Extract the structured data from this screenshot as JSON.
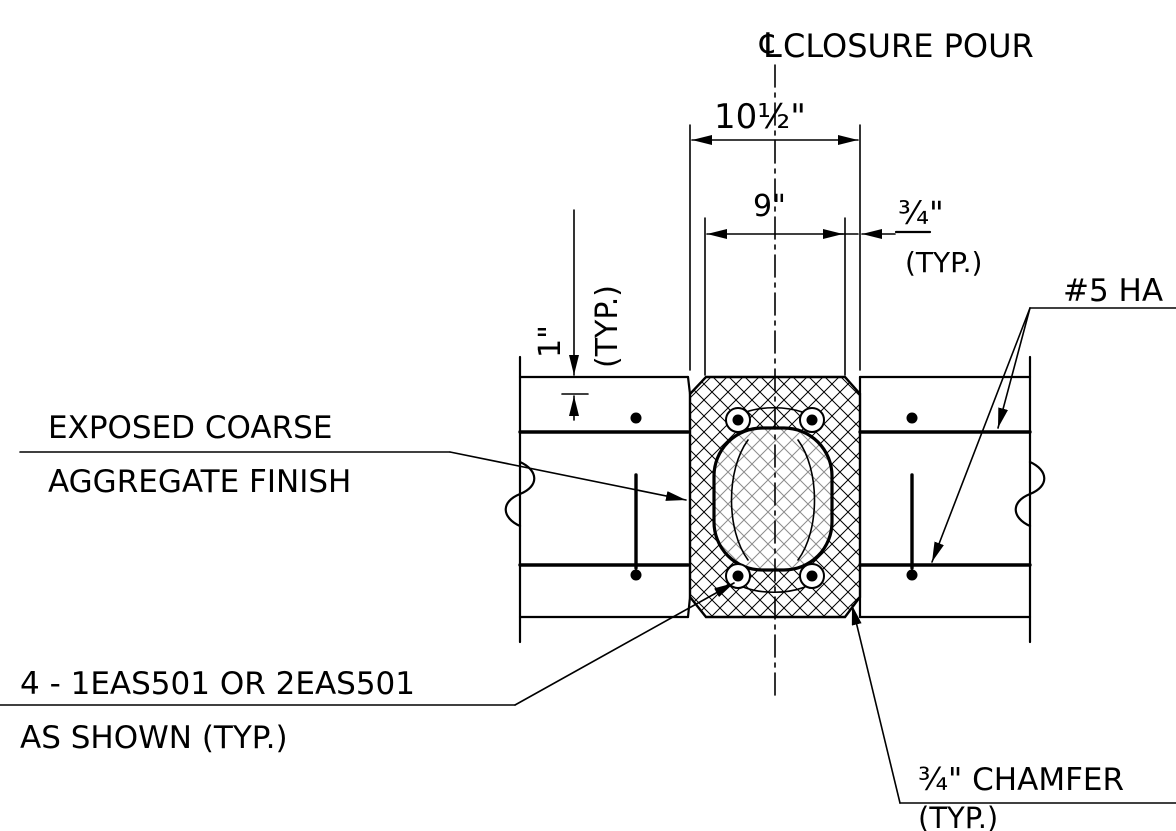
{
  "centerline": {
    "symbol": "℄",
    "label": "CLOSURE POUR"
  },
  "dimensions": {
    "overall_width": {
      "whole": "10",
      "fraction": "½",
      "unit": "\""
    },
    "inner_width": "9\"",
    "offset": {
      "fraction": "¾",
      "unit": "\"",
      "note": "(TYP.)"
    },
    "top_cover": {
      "value": "1\"",
      "note": "(TYP.)"
    }
  },
  "callouts": {
    "hairpin": "#5 HA",
    "finish_line1": "EXPOSED COARSE",
    "finish_line2": "AGGREGATE FINISH",
    "bars_line1": "4 - 1EAS501 OR 2EAS501",
    "bars_line2": "AS SHOWN (TYP.)",
    "chamfer_line1": "¾\" CHAMFER",
    "chamfer_line2": "(TYP.)"
  },
  "colors": {
    "ink": "#000000",
    "background": "#ffffff"
  }
}
